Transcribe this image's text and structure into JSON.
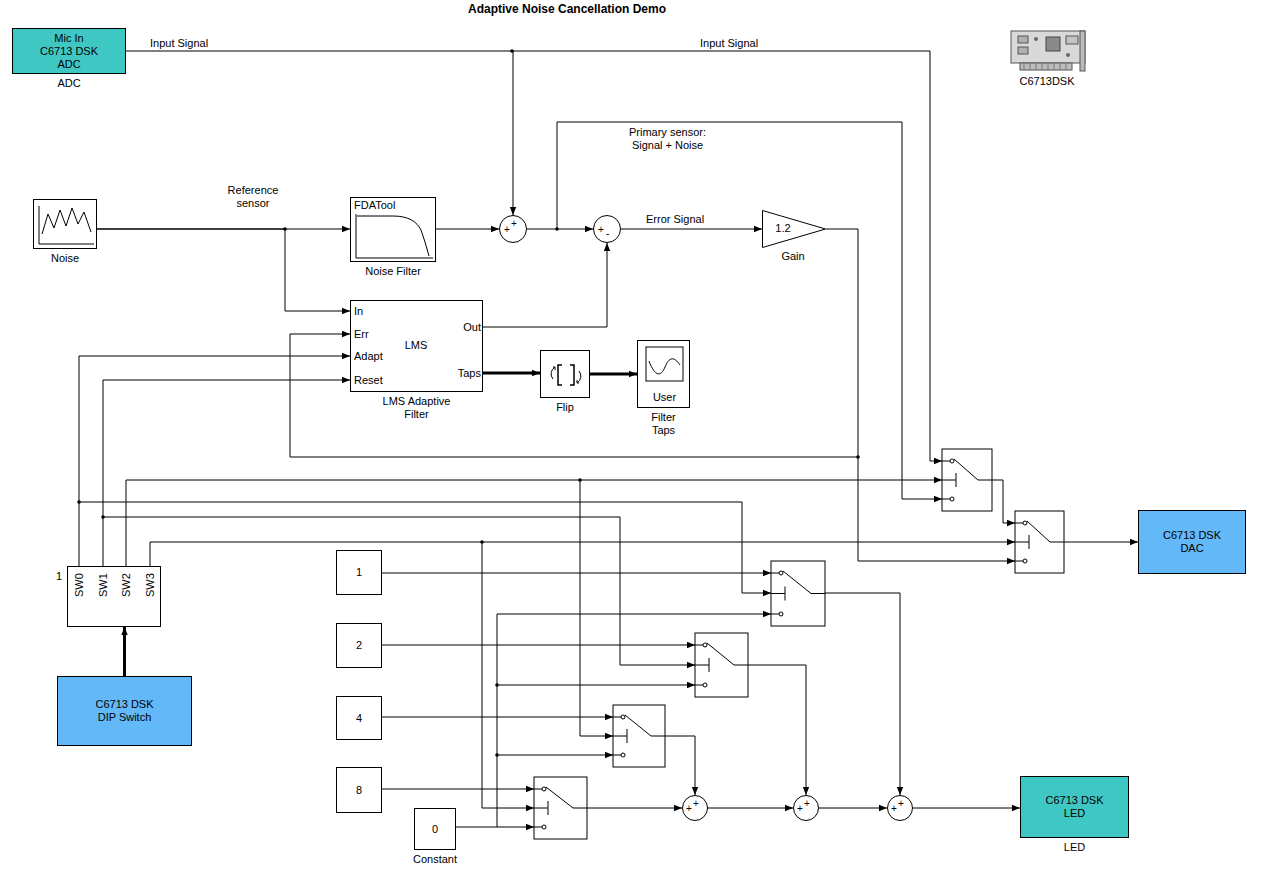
{
  "diagram": {
    "title": "Adaptive Noise Cancellation Demo",
    "nodes": [
      {
        "text": [
          "Mic In C6713 DSK ADC",
          "ADC"
        ]
      },
      {
        "text": [
          "C6713DSK"
        ]
      },
      {
        "text": [
          "Noise"
        ]
      },
      {
        "text": [
          "FDATool",
          "Noise Filter"
        ]
      },
      {
        "text": [
          "+",
          "+"
        ]
      },
      {
        "text": [
          "+",
          "-"
        ]
      },
      {
        "text": [
          "1.2",
          "Gain"
        ]
      },
      {
        "text": [
          "In",
          "Err",
          "Adapt",
          "Reset",
          "LMS",
          "Out",
          "Taps",
          "LMS Adaptive Filter"
        ]
      },
      {
        "text": [
          "Flip"
        ]
      },
      {
        "text": [
          "User",
          "Filter Taps"
        ]
      },
      {
        "text": [
          "C6713 DSK DAC"
        ]
      },
      {
        "text": [
          "1"
        ]
      },
      {
        "text": [
          "2"
        ]
      },
      {
        "text": [
          "1",
          "SW0",
          "SW1",
          "SW2",
          "SW3"
        ]
      },
      {
        "text": [
          "4"
        ]
      },
      {
        "text": [
          "C6713 DSK DIP Switch"
        ]
      },
      {
        "text": [
          "8"
        ]
      },
      {
        "text": [
          "+",
          "+"
        ]
      },
      {
        "text": [
          "+",
          "+"
        ]
      },
      {
        "text": [
          "+",
          "+"
        ]
      },
      {
        "text": [
          "C6713 DSK LED",
          "LED"
        ]
      },
      {
        "text": [
          "0",
          "Constant"
        ]
      }
    ],
    "edges": [
      {
        "from": 0,
        "to": 4,
        "label": "Input Signal",
        "arrow": "to"
      },
      {
        "from": 2,
        "to": 3,
        "label": "Reference sensor",
        "arrow": "to"
      },
      {
        "from": 2,
        "to": 7,
        "arrow": "to"
      },
      {
        "from": 3,
        "to": 4,
        "arrow": "to"
      },
      {
        "from": 4,
        "to": 5,
        "arrow": "to"
      },
      {
        "from": 7,
        "to": 5,
        "arrow": "to"
      },
      {
        "from": 5,
        "to": 6,
        "label": "Error Signal",
        "arrow": "to"
      },
      {
        "from": 6,
        "to": 7,
        "arrow": "to"
      },
      {
        "from": 7,
        "to": 8,
        "arrow": "to"
      },
      {
        "from": 8,
        "to": 9,
        "arrow": "to"
      },
      {
        "from": 15,
        "to": 13,
        "arrow": "to"
      },
      {
        "from": 13,
        "to": 7,
        "arrow": "to"
      },
      {
        "from": 13,
        "to": 7,
        "arrow": "to"
      },
      {
        "from": 17,
        "to": 18,
        "arrow": "to"
      },
      {
        "from": 18,
        "to": 19,
        "arrow": "to"
      },
      {
        "from": 19,
        "to": 20,
        "arrow": "to"
      }
    ],
    "labels": [
      "Input Signal",
      "Primary sensor: Signal + Noise"
    ]
  }
}
